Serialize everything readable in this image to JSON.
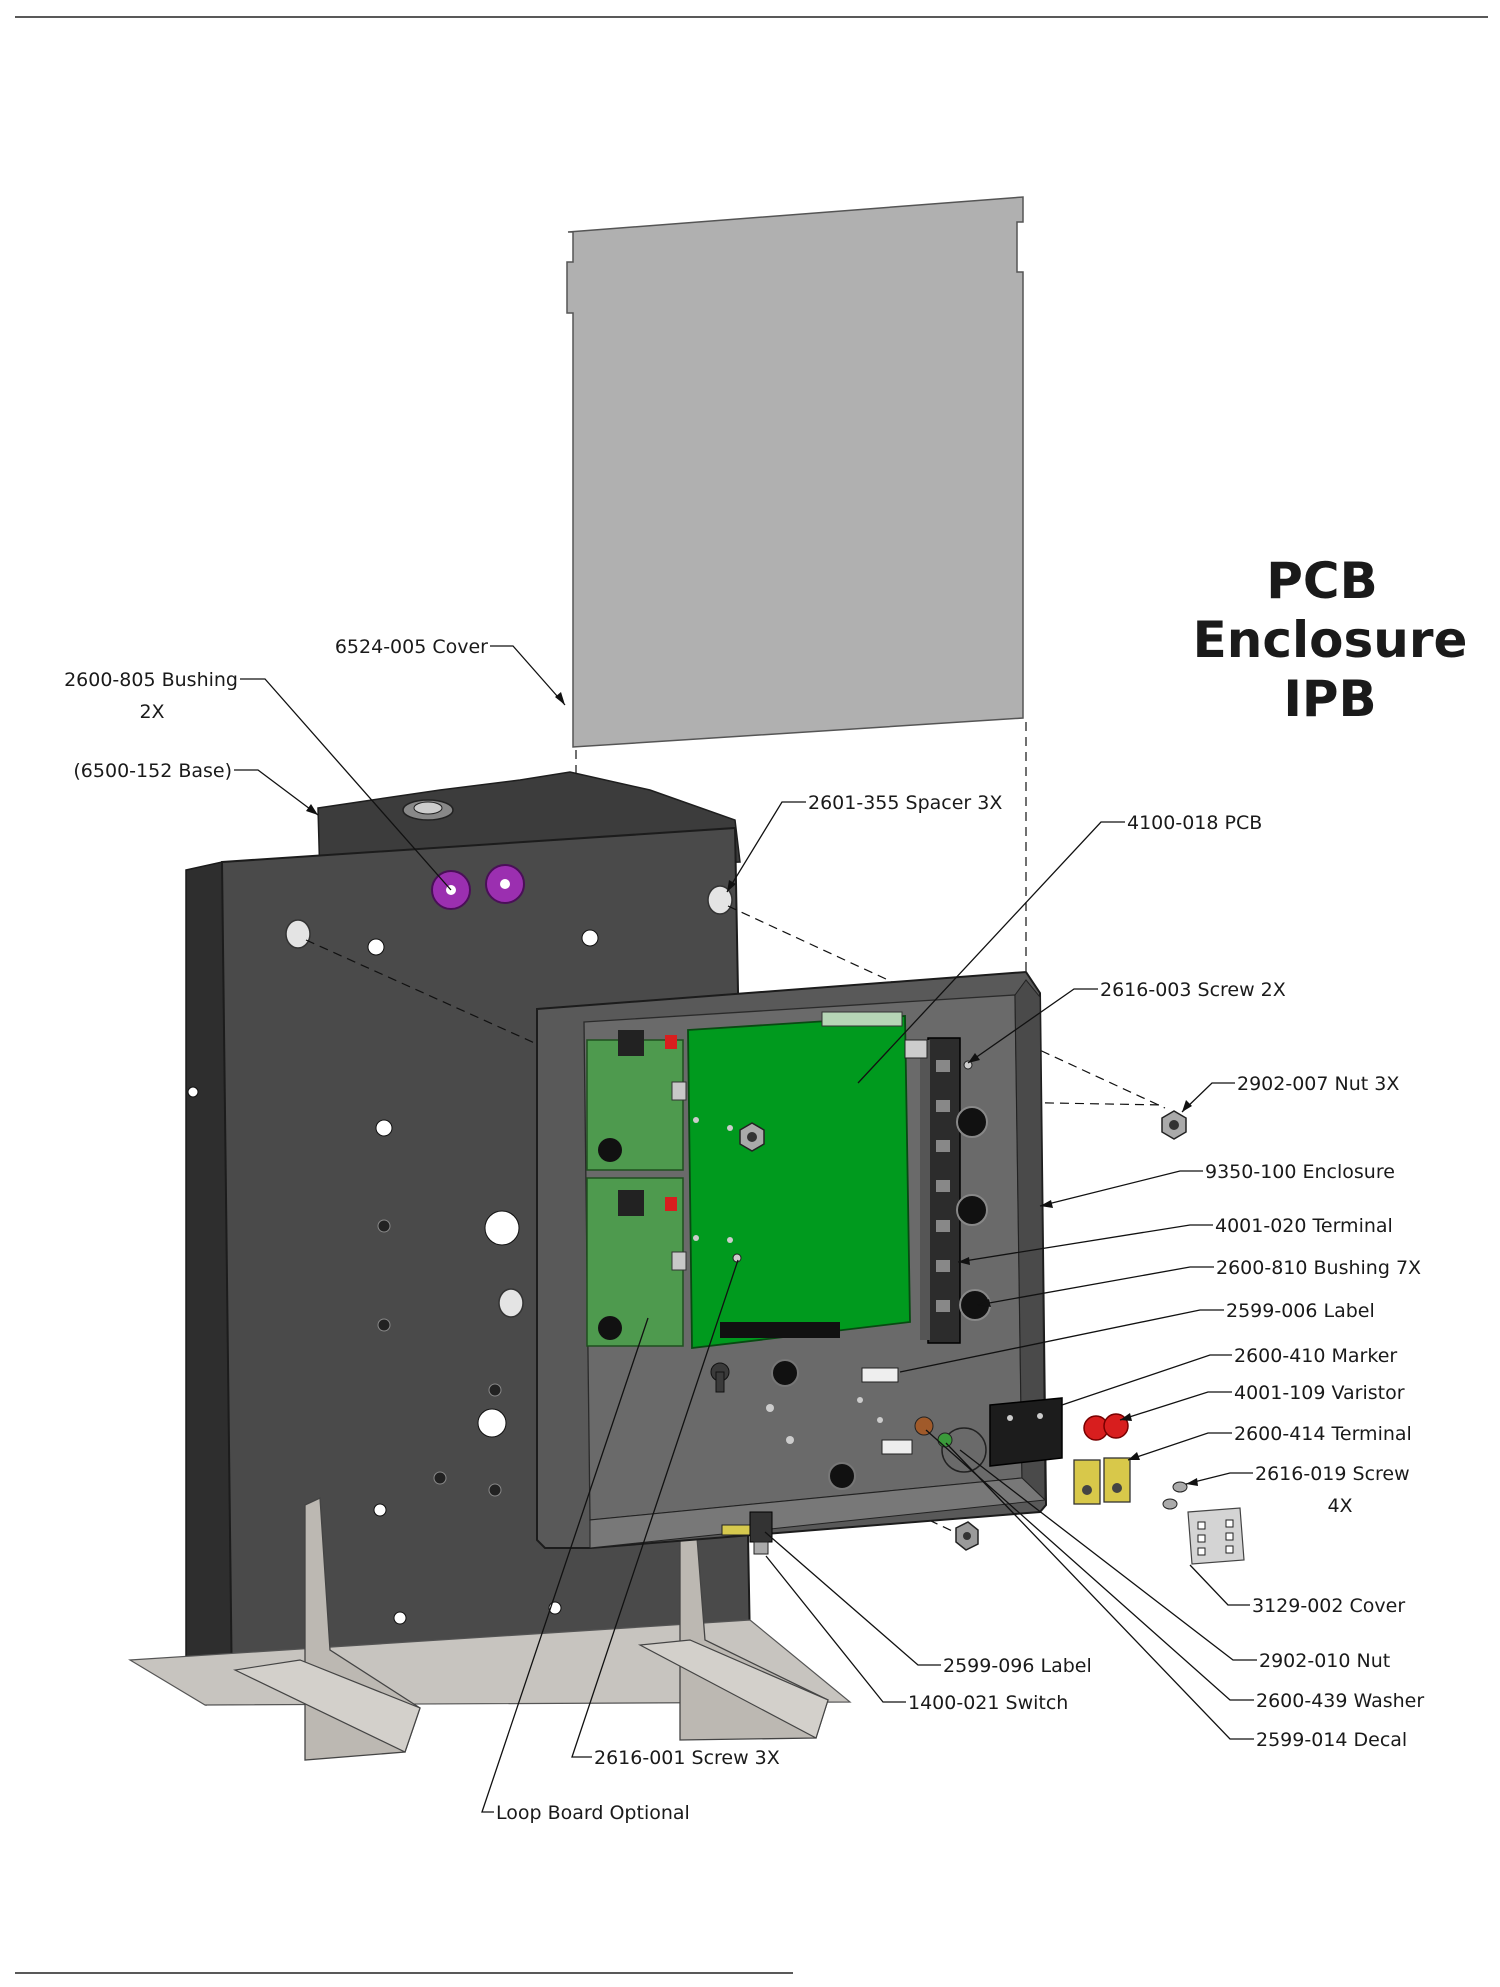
{
  "title": {
    "line1": "PCB",
    "line2": "Enclosure",
    "line3": "IPB"
  },
  "callouts": {
    "cover": "6524-005 Cover",
    "bushing_2600_805": "2600-805 Bushing",
    "bushing_2600_805_qty": "2X",
    "base": "(6500-152 Base)",
    "spacer": "2601-355 Spacer  3X",
    "pcb": "4100-018 PCB",
    "screw_2616_003": "2616-003 Screw  2X",
    "nut_2902_007": "2902-007 Nut  3X",
    "enclosure": "9350-100 Enclosure",
    "terminal_4001_020": "4001-020 Terminal",
    "bushing_2600_810": "2600-810 Bushing  7X",
    "label_2599_006": "2599-006 Label",
    "marker": "2600-410 Marker",
    "varistor": "4001-109 Varistor",
    "terminal_2600_414": "2600-414 Terminal",
    "screw_2616_019": "2616-019 Screw",
    "screw_2616_019_qty": "4X",
    "cover_3129_002": "3129-002 Cover",
    "nut_2902_010": "2902-010 Nut",
    "washer": "2600-439 Washer",
    "decal": "2599-014 Decal",
    "label_2599_096": "2599-096 Label",
    "switch": "1400-021 Switch",
    "screw_2616_001": "2616-001 Screw  3X",
    "loop_board": "Loop Board Optional"
  },
  "colors": {
    "cover_panel": "#b0b0b0",
    "base_metal": "#4a4a4a",
    "enclosure_body": "#595959",
    "pcb_main": "#009a1e",
    "pcb_loop": "#4e9a4e",
    "bushing_purple": "#9b2fb0",
    "varistor_red": "#d81e1e",
    "terminal_yellow": "#d8c84a",
    "foot_metal": "#b8b4ae"
  }
}
